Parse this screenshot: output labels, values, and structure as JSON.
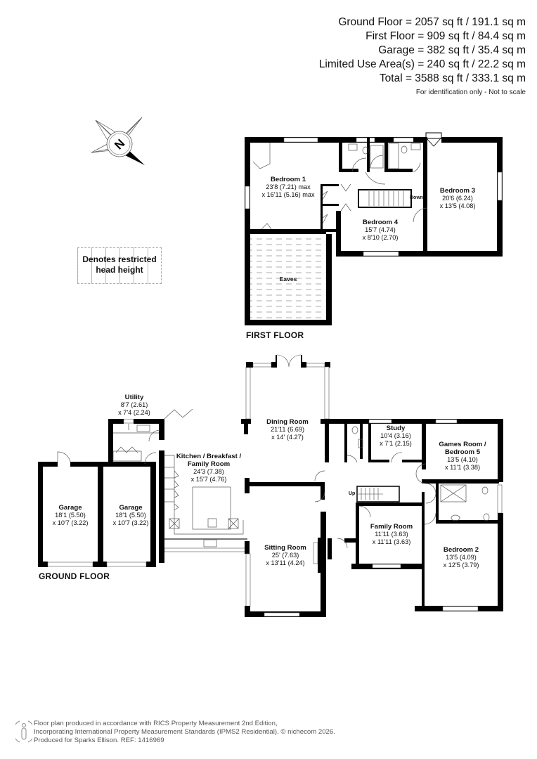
{
  "areas": {
    "lines": [
      "Ground Floor = 2057 sq ft / 191.1 sq m",
      "First Floor = 909 sq ft / 84.4 sq m",
      "Garage = 382 sq ft / 35.4 sq m",
      "Limited Use Area(s) = 240 sq ft / 22.2 sq m",
      "Total = 3588 sq ft / 333.1 sq m"
    ],
    "note": "For identification only - Not to scale"
  },
  "compass": {
    "icon": "north-compass-icon",
    "label": "N"
  },
  "legend": {
    "text": "Denotes restricted head height"
  },
  "first_floor": {
    "title": "FIRST FLOOR",
    "stairs_label": "Down",
    "rooms": [
      {
        "name": "Bedroom 1",
        "dim1": "23'8 (7.21) max",
        "dim2": "x 16'11 (5.16) max"
      },
      {
        "name": "Bedroom 3",
        "dim1": "20'6 (6.24)",
        "dim2": "x 13'5 (4.08)"
      },
      {
        "name": "Bedroom 4",
        "dim1": "15'7 (4.74)",
        "dim2": "x 8'10 (2.70)"
      },
      {
        "name": "Eaves"
      }
    ]
  },
  "ground_floor": {
    "title": "GROUND FLOOR",
    "stairs_label": "Up",
    "rooms": [
      {
        "name": "Utility",
        "dim1": "8'7 (2.61)",
        "dim2": "x 7'4 (2.24)"
      },
      {
        "name": "Dining Room",
        "dim1": "21'11 (6.69)",
        "dim2": "x 14' (4.27)"
      },
      {
        "name": "Kitchen / Breakfast /",
        "name2": "Family Room",
        "dim1": "24'3 (7.38)",
        "dim2": "x 15'7 (4.76)"
      },
      {
        "name": "Study",
        "dim1": "10'4 (3.16)",
        "dim2": "x 7'1 (2.15)"
      },
      {
        "name": "Games Room /",
        "name2": "Bedroom 5",
        "dim1": "13'5 (4.10)",
        "dim2": "x 11'1 (3.38)"
      },
      {
        "name": "Garage",
        "dim1": "18'1 (5.50)",
        "dim2": "x 10'7 (3.22)"
      },
      {
        "name": "Garage",
        "dim1": "18'1 (5.50)",
        "dim2": "x 10'7 (3.22)"
      },
      {
        "name": "Sitting Room",
        "dim1": "25' (7.63)",
        "dim2": "x 13'11 (4.24)"
      },
      {
        "name": "Family Room",
        "dim1": "11'11 (3.63)",
        "dim2": "x 11'11 (3.63)"
      },
      {
        "name": "Bedroom 2",
        "dim1": "13'5 (4.09)",
        "dim2": "x 12'5 (3.79)"
      }
    ]
  },
  "footer": {
    "icon": "person-icon",
    "line1": "Floor plan produced in accordance with RICS Property Measurement 2nd Edition,",
    "line2": "Incorporating International Property Measurement Standards (IPMS2 Residential).   © nichecom 2026.",
    "line3": "Produced for Sparks Ellison.   REF: 1416969"
  }
}
